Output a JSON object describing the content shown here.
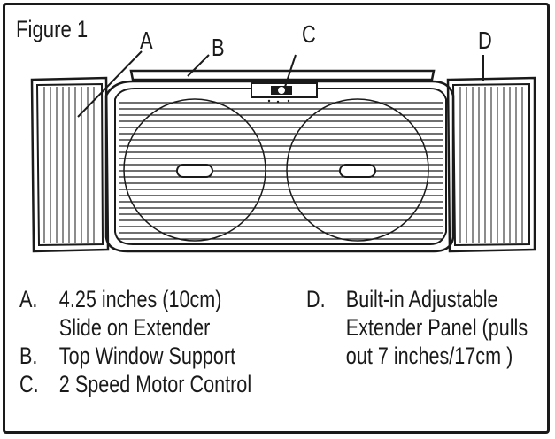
{
  "figure_title": "Figure 1",
  "callouts": {
    "a": "A",
    "b": "B",
    "c": "C",
    "d": "D"
  },
  "legend": {
    "a": {
      "key": "A.",
      "lines": [
        "4.25 inches (10cm)",
        "Slide on Extender"
      ]
    },
    "b": {
      "key": "B.",
      "lines": [
        "Top Window Support"
      ]
    },
    "c": {
      "key": "C.",
      "lines": [
        "2 Speed Motor Control"
      ]
    },
    "d": {
      "key": "D.",
      "lines": [
        "Built-in Adjustable",
        "Extender Panel (pulls",
        "out 7 inches/17cm )"
      ]
    }
  }
}
